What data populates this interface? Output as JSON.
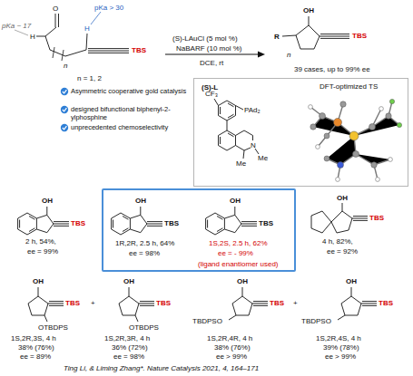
{
  "diagram": {
    "nodes": [
      {
        "text": [
          "(S)-L",
          "DFT-optimized TS"
        ]
      },
      {
        "text": [
          "1R,2R, 2.5 h, 64%",
          "ee = 98%",
          "1S,2S, 2.5 h, 62%",
          "ee = - 99%",
          "(ligand enantiomer used)"
        ]
      }
    ],
    "labels": [
      "pKa ~ 17",
      "pKa > 30",
      "O",
      "H",
      "H",
      "n",
      "TBS",
      "n = 1, 2",
      "(S)-LAuCl (5 mol %)",
      "NaBARF (10 mol %)",
      "DCE, rt",
      "OH",
      "R",
      "n",
      "TBS",
      "39 cases, up to 99% ee",
      "Asymmetric cooperative gold catalysis",
      "designed bifunctional biphenyl-2-ylphosphine",
      "unprecedented chemoselectivity",
      "CF₃",
      "PAd₂",
      "N",
      "Me",
      "Me",
      "OH",
      "TBS",
      "2 h, 54%,",
      "ee = 99%",
      "OH",
      "TBS",
      "OH",
      "TBS",
      "OH",
      "TBS",
      "4 h, 82%,",
      "ee = 92%",
      "OH",
      "TBS",
      "OTBDPS",
      "1S,2R,3S, 4 h",
      "38% (76%)",
      "ee = 89%",
      "+",
      "OH",
      "TBS",
      "OTBDPS",
      "1S,2R,3R, 4 h",
      "36% (72%)",
      "ee = 98%",
      "OH",
      "TBS",
      "TBDPSO",
      "1S,2R,4R, 4 h",
      "38% (76%)",
      "ee > 99%",
      "+",
      "OH",
      "TBS",
      "TBDPSO",
      "1S,2R,4S, 4 h",
      "39% (78%)",
      "ee > 99%",
      "Ting Li, & Liming Zhang*. Nature Catalysis 2021, 4, 164–171"
    ]
  }
}
